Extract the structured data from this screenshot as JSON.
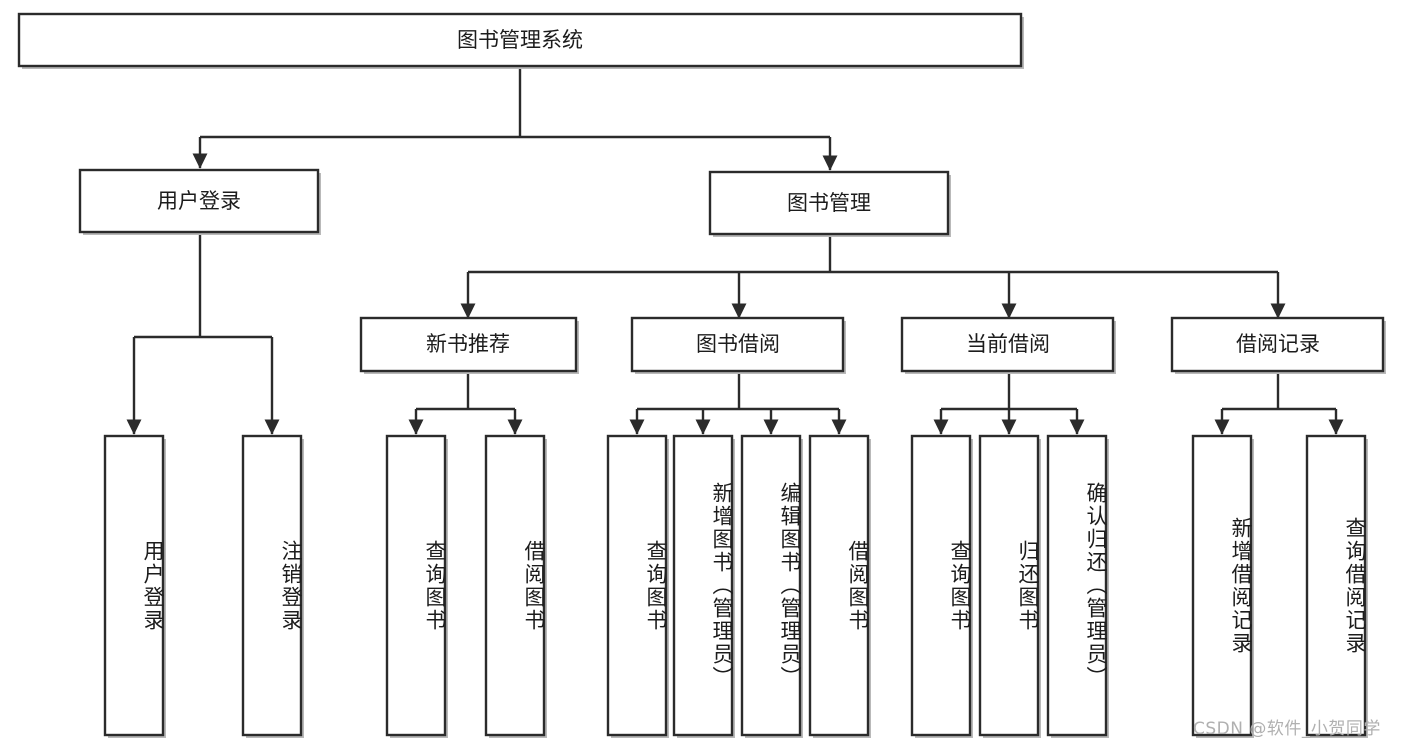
{
  "diagram": {
    "type": "hierarchy-tree",
    "title_node": {
      "label": "图书管理系统"
    },
    "level1": [
      {
        "id": "user-login",
        "label": "用户登录"
      },
      {
        "id": "book-management",
        "label": "图书管理"
      }
    ],
    "level2": [
      {
        "id": "new-book-recommend",
        "label": "新书推荐",
        "parent": "book-management"
      },
      {
        "id": "book-borrow",
        "label": "图书借阅",
        "parent": "book-management"
      },
      {
        "id": "current-borrow",
        "label": "当前借阅",
        "parent": "book-management"
      },
      {
        "id": "borrow-record",
        "label": "借阅记录",
        "parent": "book-management"
      }
    ],
    "leaves": {
      "user-login": [
        {
          "id": "leaf-user-login",
          "label": "用户登录"
        },
        {
          "id": "leaf-user-logout",
          "label": "注销登录"
        }
      ],
      "new-book-recommend": [
        {
          "id": "leaf-query-book-1",
          "label": "查询图书"
        },
        {
          "id": "leaf-borrow-book-1",
          "label": "借阅图书"
        }
      ],
      "book-borrow": [
        {
          "id": "leaf-query-book-2",
          "label": "查询图书"
        },
        {
          "id": "leaf-add-book",
          "label": "新增图书（管理员）"
        },
        {
          "id": "leaf-edit-book",
          "label": "编辑图书（管理员）"
        },
        {
          "id": "leaf-borrow-book-2",
          "label": "借阅图书"
        }
      ],
      "current-borrow": [
        {
          "id": "leaf-query-book-3",
          "label": "查询图书"
        },
        {
          "id": "leaf-return-book",
          "label": "归还图书"
        },
        {
          "id": "leaf-confirm-return",
          "label": "确认归还（管理员）"
        }
      ],
      "borrow-record": [
        {
          "id": "leaf-add-record",
          "label": "新增借阅记录"
        },
        {
          "id": "leaf-query-record",
          "label": "查询借阅记录"
        }
      ]
    }
  },
  "watermark": {
    "text": "CSDN @软件_小贺同学"
  },
  "colors": {
    "box_stroke": "#2b2b2b",
    "box_fill": "#ffffff",
    "shadow": "#b9b9b9",
    "text": "#1c1c1c",
    "watermark": "#b0b0b0",
    "background": "#ffffff"
  }
}
